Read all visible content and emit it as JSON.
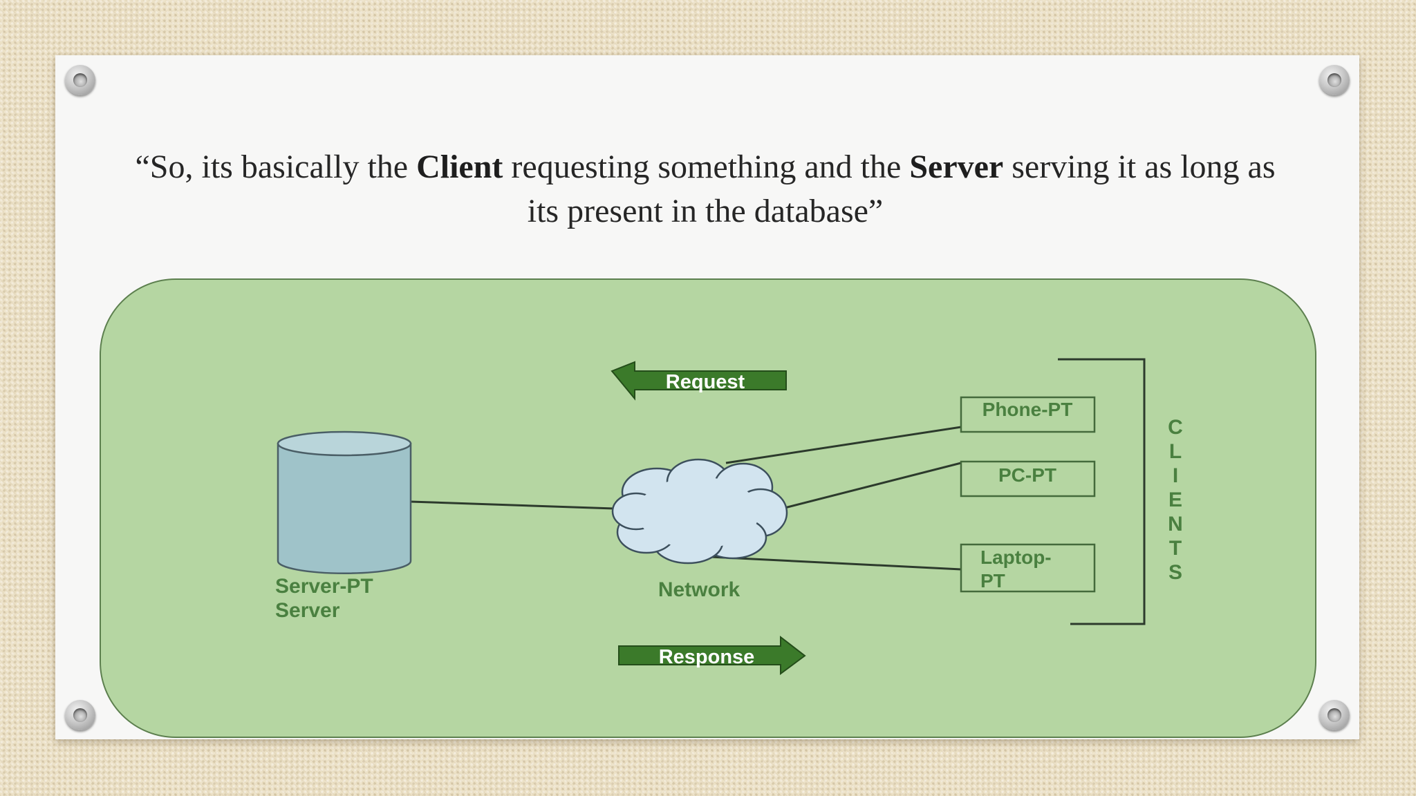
{
  "quote": {
    "open_mark": "“",
    "part1": "So, its basically the ",
    "bold1": "Client",
    "part2": " requesting something and the ",
    "bold2": "Server",
    "part3": " serving it as long as its present in the database",
    "close_mark": "”"
  },
  "diagram": {
    "request_label": "Request",
    "response_label": "Response",
    "server_label_line1": "Server-PT",
    "server_label_line2": "Server",
    "network_label": "Network",
    "clients": [
      {
        "label_line1": "Phone-PT",
        "label_line2": ""
      },
      {
        "label_line1": "PC-PT",
        "label_line2": ""
      },
      {
        "label_line1": "Laptop-",
        "label_line2": "PT"
      }
    ],
    "clients_bracket_letters": [
      "C",
      "L",
      "I",
      "E",
      "N",
      "T",
      "S"
    ]
  },
  "colors": {
    "panel_fill": "#b5d6a2",
    "arrow_fill": "#3b7a2a",
    "label_text": "#4a8040",
    "server_fill": "#9fc3c9",
    "cloud_fill": "#d2e4ef"
  }
}
